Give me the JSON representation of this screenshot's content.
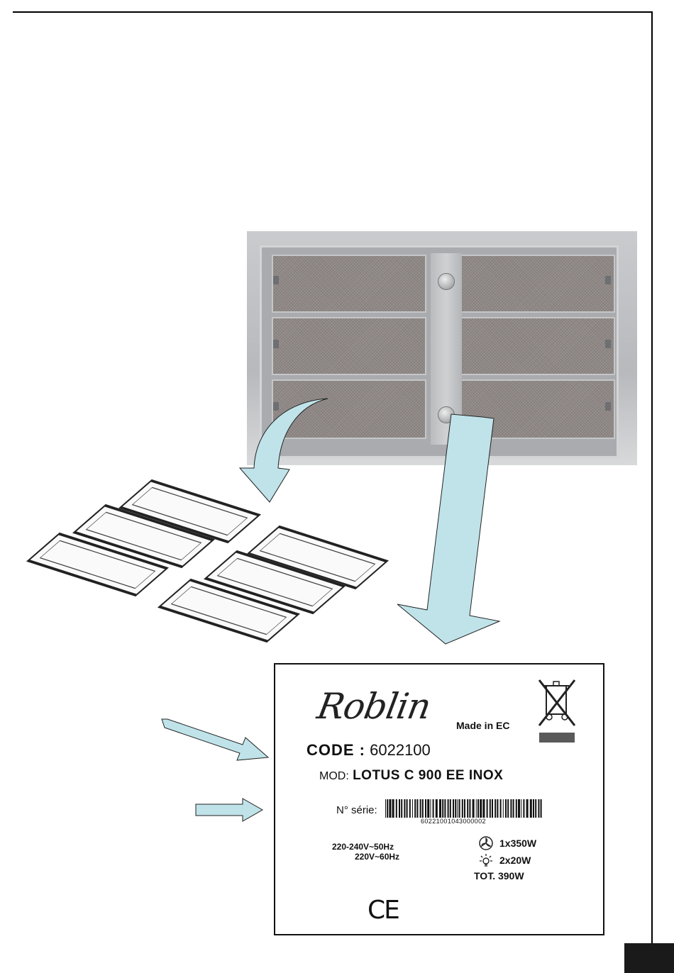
{
  "label": {
    "brand": "Roblin",
    "made_in": "Made in EC",
    "code_label": "CODE :",
    "code_value": "6022100",
    "mod_label": "MOD:",
    "mod_value": "LOTUS C 900 EE INOX",
    "serial_label": "N° série:",
    "serial_number": "60221001043000002",
    "voltage_1": "220-240V~50Hz",
    "voltage_2": "220V~60Hz",
    "motor_power": "1x350W",
    "light_power": "2x20W",
    "total_power": "TOT. 390W",
    "ce_mark": "CE"
  },
  "colors": {
    "arrow_fill": "#bfe3e9",
    "arrow_stroke": "#222222",
    "frame": "#000000"
  },
  "icons": [
    "weee-bin-icon",
    "fan-icon",
    "bulb-icon",
    "ce-mark"
  ]
}
